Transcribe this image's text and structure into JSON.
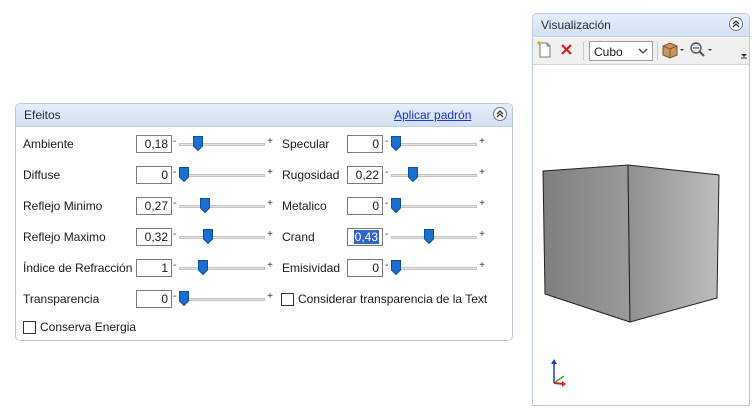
{
  "efeitos": {
    "title": "Efeitos",
    "apply_default": "Aplicar padrón",
    "left_rows": [
      {
        "label": "Ambiente",
        "value": "0,18",
        "level": 0.18
      },
      {
        "label": "Diffuse",
        "value": "0",
        "level": 0.0
      },
      {
        "label": "Reflejo Minimo",
        "value": "0,27",
        "level": 0.27
      },
      {
        "label": "Reflejo Maximo",
        "value": "0,32",
        "level": 0.32
      },
      {
        "label": "Índice de Refracción",
        "value": "1",
        "level": 0.25
      },
      {
        "label": "Transparencia",
        "value": "0",
        "level": 0.0
      }
    ],
    "right_rows": [
      {
        "label": "Specular",
        "value": "0",
        "level": 0.0
      },
      {
        "label": "Rugosidad",
        "value": "0,22",
        "level": 0.22
      },
      {
        "label": "Metalico",
        "value": "0",
        "level": 0.0
      },
      {
        "label": "Crand",
        "value": "0,43",
        "level": 0.43,
        "selected": true
      },
      {
        "label": "Emisividad",
        "value": "0",
        "level": 0.0
      }
    ],
    "checkbox_transparency": "Considerar transparencia de la Text",
    "checkbox_energy": "Conserva Energia",
    "slider_minus": "-",
    "slider_plus": "+"
  },
  "visualizacion": {
    "title": "Visualización",
    "shape_select": "Cubo",
    "toolbar_icons": [
      "new-document-icon",
      "delete-icon",
      "material-box-icon",
      "zoom-icon"
    ]
  },
  "colors": {
    "accent": "#1a6fd1",
    "header": "#d9e4f5",
    "cube_left": "#8e8e8e",
    "cube_right": "#a6a6a6"
  }
}
